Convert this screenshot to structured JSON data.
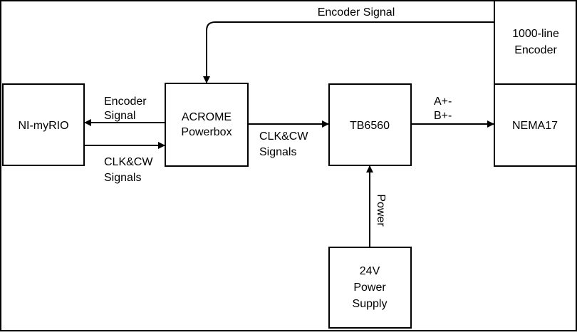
{
  "blocks": {
    "encoder": [
      "1000-line",
      "Encoder"
    ],
    "nema17": [
      "NEMA17"
    ],
    "nimyrio": [
      "NI-myRIO"
    ],
    "acrome": [
      "ACROME",
      "Powerbox"
    ],
    "tb6560": [
      "TB6560"
    ],
    "power_supply": [
      "24V",
      "Power",
      "Supply"
    ]
  },
  "connections": {
    "encoder_signal_top": [
      "Encoder Signal"
    ],
    "encoder_signal_left": [
      "Encoder",
      "Signal"
    ],
    "clk_cw_left": [
      "CLK&CW",
      "Signals"
    ],
    "clk_cw_mid": [
      "CLK&CW",
      "Signals"
    ],
    "motor_phases": [
      "A+-",
      "B+-"
    ],
    "power": [
      "Power"
    ]
  }
}
